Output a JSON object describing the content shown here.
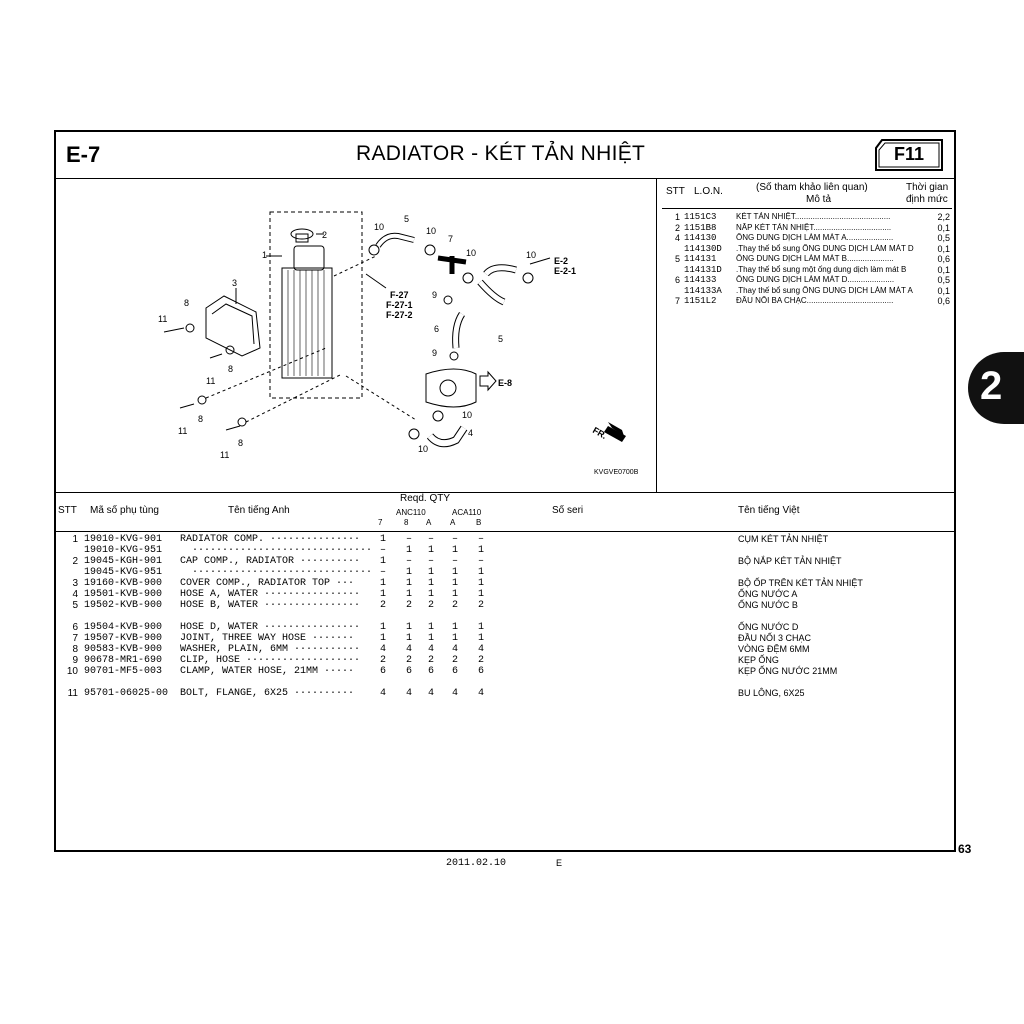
{
  "header": {
    "section": "E-7",
    "title": "RADIATOR - KÉT TẢN NHIỆT",
    "badge": "F11"
  },
  "side_tab": "2",
  "page_number": "63",
  "footer": {
    "date": "2011.02.10",
    "edition": "E"
  },
  "diagram": {
    "code": "KVGVE0700B",
    "refs": {
      "e2": "E-2",
      "e21": "E-2-1",
      "f27": "F-27",
      "f271": "F-27-1",
      "f272": "F-27-2",
      "e8": "E-8",
      "fr": "FR."
    },
    "callouts": {
      "c1": "1",
      "c2": "2",
      "c3": "3",
      "c4": "4",
      "c5a": "5",
      "c5b": "5",
      "c6": "6",
      "c7": "7",
      "c8a": "8",
      "c8b": "8",
      "c8c": "8",
      "c8d": "8",
      "c9a": "9",
      "c9b": "9",
      "c10a": "10",
      "c10b": "10",
      "c10c": "10",
      "c10d": "10",
      "c10e": "10",
      "c10f": "10",
      "c11a": "11",
      "c11b": "11",
      "c11c": "11",
      "c11d": "11"
    }
  },
  "ref_table": {
    "h_stt": "STT",
    "h_lon": "L.O.N.",
    "h_ref": "(Số tham khảo liên quan)",
    "h_desc": "Mô tả",
    "h_time1": "Thời gian",
    "h_time2": "định mức",
    "rows": [
      {
        "stt": "1",
        "lon": "1151C3",
        "desc": "KÉT TẢN NHIỆT...........................................",
        "time": "2,2"
      },
      {
        "stt": "2",
        "lon": "1151B8",
        "desc": "NẮP KÉT TẢN NHIỆT...................................",
        "time": "0,1"
      },
      {
        "stt": "4",
        "lon": "114130",
        "desc": "ỐNG DUNG DỊCH LÀM MÁT A.....................",
        "time": "0,5"
      },
      {
        "stt": "",
        "lon": "114130D",
        "desc": ".Thay thế bổ sung ỐNG DUNG DỊCH LÀM MÁT D",
        "time": "0,1"
      },
      {
        "stt": "5",
        "lon": "114131",
        "desc": "ỐNG DUNG DỊCH LÀM MÁT B.....................",
        "time": "0,6"
      },
      {
        "stt": "",
        "lon": "114131D",
        "desc": ".Thay thế bổ sung một ống dung dịch làm mát B",
        "time": "0,1"
      },
      {
        "stt": "6",
        "lon": "114133",
        "desc": "ỐNG DUNG DỊCH LÀM MÁT D.....................",
        "time": "0,5"
      },
      {
        "stt": "",
        "lon": "114133A",
        "desc": ".Thay thế bổ sung ỐNG DUNG DỊCH LÀM MÁT A",
        "time": "0,1"
      },
      {
        "stt": "7",
        "lon": "1151L2",
        "desc": "ĐẦU NỐI BA CHẠC.......................................",
        "time": "0,6"
      }
    ]
  },
  "parts_table": {
    "h_stt": "STT",
    "h_pn": "Mã số phụ tùng",
    "h_en": "Tên tiếng Anh",
    "h_qty": "Reqd.  QTY",
    "h_anc": "ANC110",
    "h_aca": "ACA110",
    "h_cols": [
      "7",
      "8",
      "A",
      "A",
      "B"
    ],
    "h_serial": "Số seri",
    "h_vi": "Tên tiếng Việt",
    "rows": [
      {
        "no": "1",
        "pn": "19010-KVG-901",
        "en": "RADIATOR COMP. ···············",
        "q": [
          "1",
          "–",
          "–",
          "–",
          "–"
        ],
        "vi": "CỤM KÉT TẢN NHIỆT"
      },
      {
        "no": "",
        "pn": "19010-KVG-951",
        "en": "  ······························",
        "q": [
          "–",
          "1",
          "1",
          "1",
          "1"
        ],
        "vi": ""
      },
      {
        "no": "2",
        "pn": "19045-KGH-901",
        "en": "CAP COMP., RADIATOR ··········",
        "q": [
          "1",
          "–",
          "–",
          "–",
          "–"
        ],
        "vi": "BỘ NẮP KÉT TẢN NHIỆT"
      },
      {
        "no": "",
        "pn": "19045-KVG-951",
        "en": "  ······························",
        "q": [
          "–",
          "1",
          "1",
          "1",
          "1"
        ],
        "vi": ""
      },
      {
        "no": "3",
        "pn": "19160-KVB-900",
        "en": "COVER COMP., RADIATOR TOP ···",
        "q": [
          "1",
          "1",
          "1",
          "1",
          "1"
        ],
        "vi": "BỘ ỐP TRÊN KÉT TẢN NHIỆT"
      },
      {
        "no": "4",
        "pn": "19501-KVB-900",
        "en": "HOSE A, WATER ················",
        "q": [
          "1",
          "1",
          "1",
          "1",
          "1"
        ],
        "vi": "ỐNG NƯỚC A"
      },
      {
        "no": "5",
        "pn": "19502-KVB-900",
        "en": "HOSE B, WATER ················",
        "q": [
          "2",
          "2",
          "2",
          "2",
          "2"
        ],
        "vi": "ỐNG NƯỚC B"
      },
      {
        "no": "6",
        "pn": "19504-KVB-900",
        "en": "HOSE D, WATER ················",
        "q": [
          "1",
          "1",
          "1",
          "1",
          "1"
        ],
        "vi": "ỐNG NƯỚC D"
      },
      {
        "no": "7",
        "pn": "19507-KVB-900",
        "en": "JOINT, THREE WAY HOSE ·······",
        "q": [
          "1",
          "1",
          "1",
          "1",
          "1"
        ],
        "vi": "ĐẦU NỐI 3 CHẠC"
      },
      {
        "no": "8",
        "pn": "90583-KVB-900",
        "en": "WASHER, PLAIN, 6MM ···········",
        "q": [
          "4",
          "4",
          "4",
          "4",
          "4"
        ],
        "vi": "VÒNG ĐỆM 6MM"
      },
      {
        "no": "9",
        "pn": "90678-MR1-690",
        "en": "CLIP, HOSE ···················",
        "q": [
          "2",
          "2",
          "2",
          "2",
          "2"
        ],
        "vi": "KẸP ỐNG"
      },
      {
        "no": "10",
        "pn": "90701-MF5-003",
        "en": "CLAMP, WATER HOSE, 21MM ·····",
        "q": [
          "6",
          "6",
          "6",
          "6",
          "6"
        ],
        "vi": "KẸP ỐNG NƯỚC 21MM"
      },
      {
        "no": "11",
        "pn": "95701-06025-00",
        "en": "BOLT, FLANGE, 6X25 ··········",
        "q": [
          "4",
          "4",
          "4",
          "4",
          "4"
        ],
        "vi": "BU LÔNG, 6X25"
      }
    ]
  }
}
